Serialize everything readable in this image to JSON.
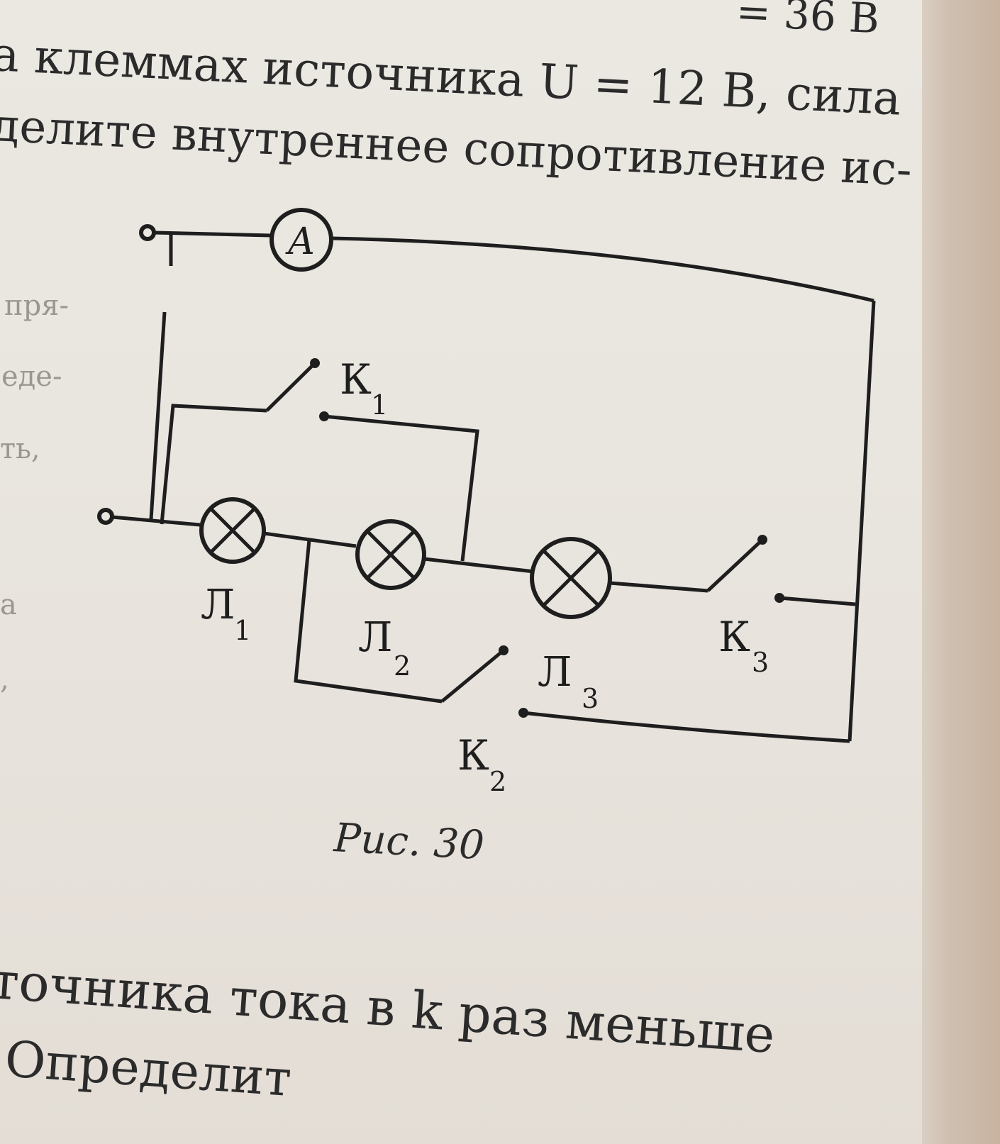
{
  "book_text": {
    "line_1": "= 36 В",
    "line_2": "а клеммах источника U = 12 В, сила",
    "line_3": "делите внутреннее сопротивление ис-",
    "margin_fragments": [
      "пря-",
      "еде-",
      "ть,",
      "а",
      ","
    ],
    "line_4": "точника тока в k раз меньше",
    "line_5": "Определит"
  },
  "figure": {
    "ammeter_label": "A",
    "lamps": [
      {
        "label": "Л",
        "index": "1"
      },
      {
        "label": "Л",
        "index": "2"
      },
      {
        "label": "Л",
        "index": "3"
      }
    ],
    "switches": [
      {
        "label": "К",
        "index": "1"
      },
      {
        "label": "К",
        "index": "2"
      },
      {
        "label": "К",
        "index": "3"
      }
    ],
    "caption": "Рис. 30"
  }
}
